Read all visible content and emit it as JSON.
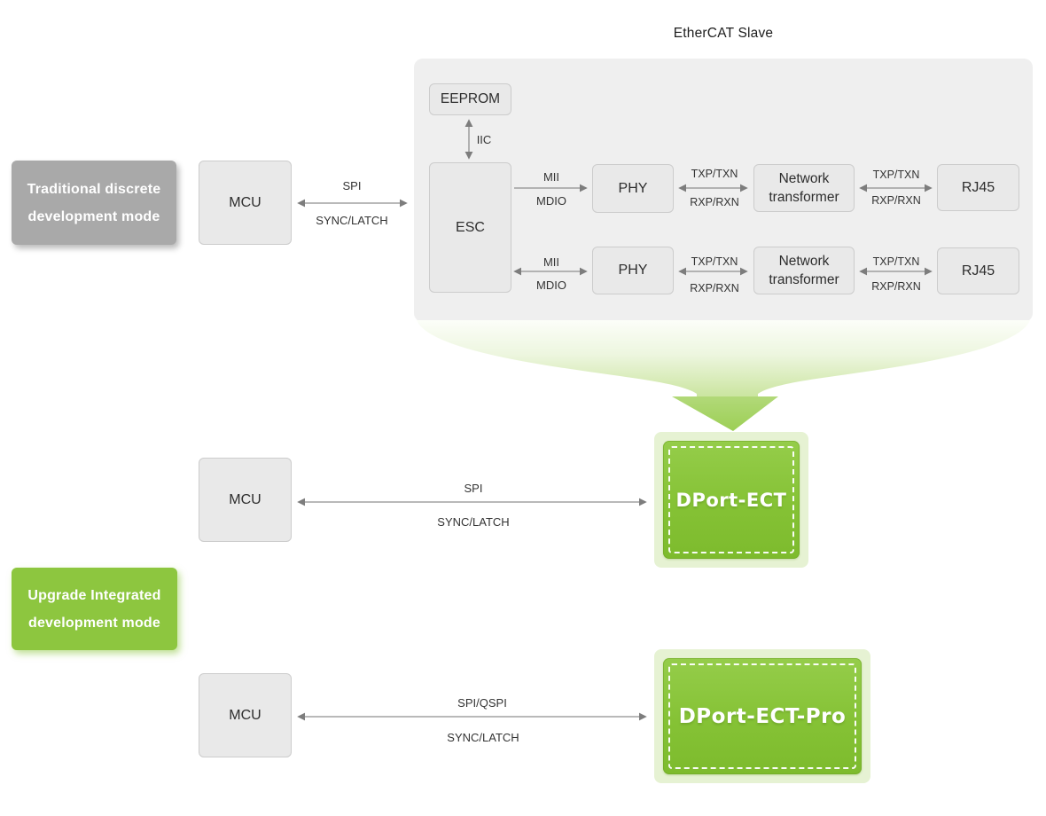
{
  "title": "EtherCAT Slave",
  "modes": {
    "traditional": {
      "line1": "Traditional discrete",
      "line2": "development mode"
    },
    "upgrade": {
      "line1": "Upgrade Integrated",
      "line2": "development mode"
    }
  },
  "blocks": {
    "mcu": "MCU",
    "eeprom": "EEPROM",
    "esc": "ESC",
    "phy": "PHY",
    "network_transformer": {
      "line1": "Network",
      "line2": "transformer"
    },
    "rj45": "RJ45",
    "dport_ect": "DPort-ECT",
    "dport_ect_pro": "DPort-ECT-Pro"
  },
  "signals": {
    "iic": "IIC",
    "spi": "SPI",
    "sync_latch": "SYNC/LATCH",
    "spi_qspi": "SPI/QSPI",
    "mii": "MII",
    "mdio": "MDIO",
    "txp_txn": "TXP/TXN",
    "rxp_rxn": "RXP/RXN"
  },
  "colors": {
    "accent_green": "#8dc63f",
    "pale_green": "#e6f2d3",
    "funnel_green": "#a9d569",
    "label_gray": "#a9a9a9",
    "container_gray": "#efefef",
    "block_gray": "#e9e9e9",
    "arrow_gray": "#8f8f8f"
  }
}
